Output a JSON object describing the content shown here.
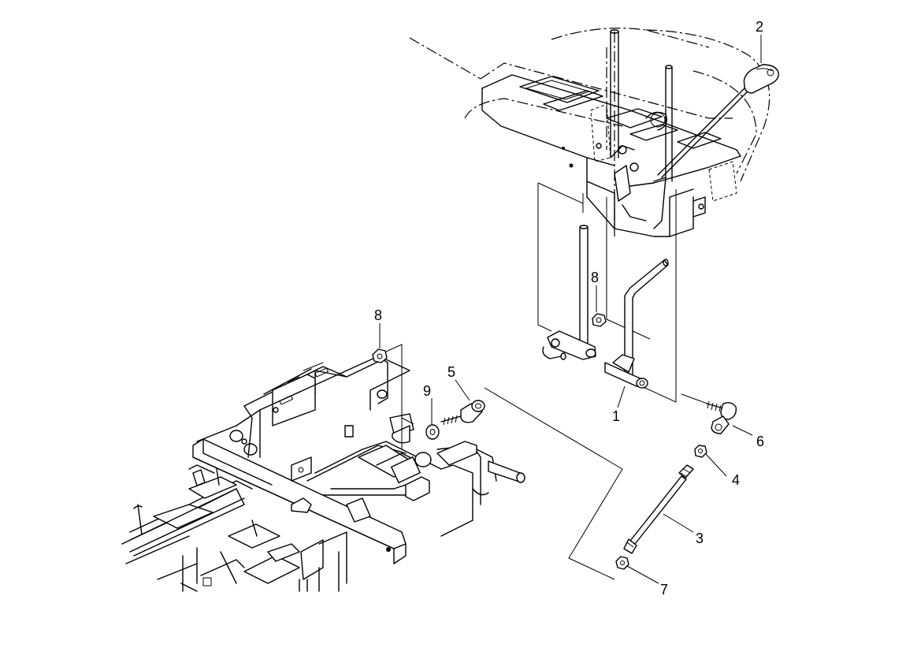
{
  "callouts": [
    {
      "id": "c2",
      "label": "2",
      "part": "knob"
    },
    {
      "id": "c8a",
      "label": "8",
      "part": "nut-upper"
    },
    {
      "id": "c8b",
      "label": "8",
      "part": "nut-lower"
    },
    {
      "id": "c9",
      "label": "9",
      "part": "washer"
    },
    {
      "id": "c5",
      "label": "5",
      "part": "ball-joint-left"
    },
    {
      "id": "c1",
      "label": "1",
      "part": "shift-lever"
    },
    {
      "id": "c6",
      "label": "6",
      "part": "ball-joint-right"
    },
    {
      "id": "c4",
      "label": "4",
      "part": "nut-rod-upper"
    },
    {
      "id": "c3",
      "label": "3",
      "part": "rod"
    },
    {
      "id": "c7",
      "label": "7",
      "part": "nut-rod-lower"
    }
  ]
}
